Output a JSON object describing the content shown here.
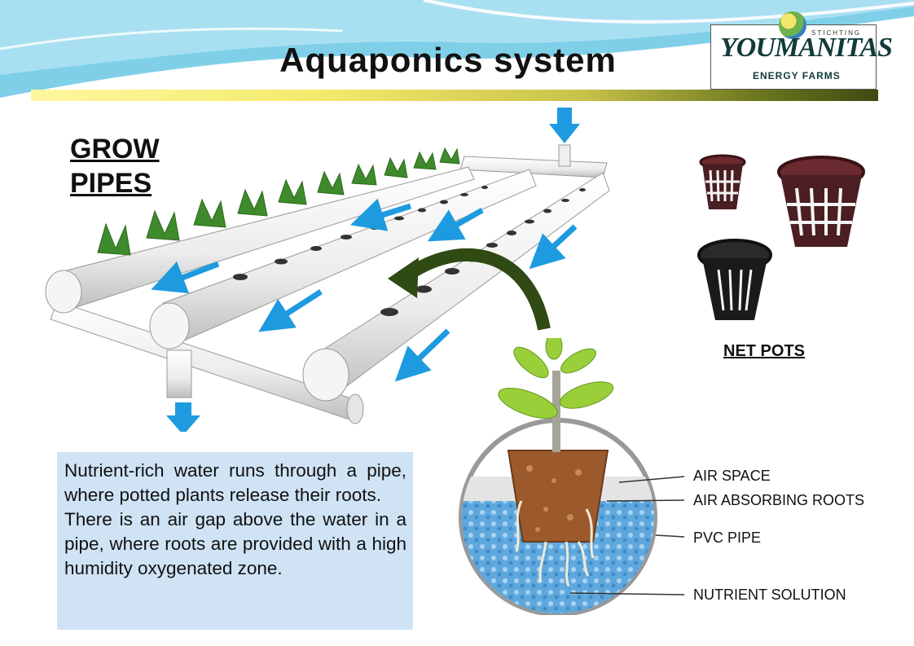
{
  "title": "Aquaponics system",
  "logo": {
    "small_text": "STICHTING",
    "main_text": "YOUMANITAS",
    "sub_text": "ENERGY FARMS"
  },
  "grow_pipes": {
    "line1": "GROW",
    "line2": "PIPES"
  },
  "net_pots_label": "NET POTS",
  "description": {
    "paragraph1": "Nutrient-rich water runs through  a pipe, where potted plants release their roots.",
    "paragraph2": "There is an air gap above the water in a pipe, where roots are provided with a high humidity oxygenated zone."
  },
  "cross_section_labels": {
    "air_space": "AIR SPACE",
    "air_absorbing_roots": "AIR ABSORBING ROOTS",
    "pvc_pipe": "PVC PIPE",
    "nutrient_solution": "NUTRIENT SOLUTION"
  },
  "colors": {
    "flow_arrow": "#1e9be0",
    "pipe": "#f2f2f2",
    "water": "#5fa8de",
    "description_bg": "#cfe3f5",
    "curved_arrow": "#2f4a12",
    "net_pot_brown": "#4a1e22",
    "net_pot_black": "#1a1a1a"
  },
  "icons": [
    "down-arrow-icon",
    "flow-arrow-icon",
    "curved-arrow-icon",
    "net-pot-icon",
    "plant-icon"
  ]
}
